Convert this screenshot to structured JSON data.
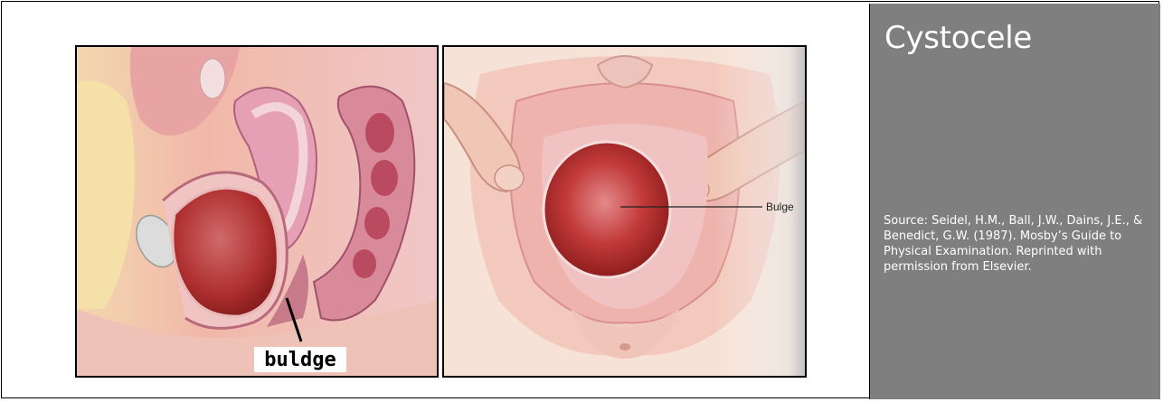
{
  "slide": {
    "title": "Cystocele",
    "caption": "Source: Seidel, H.M., Ball, J.W., Dains, J.E., & Benedict, G.W. (1987). Mosby’s Guide to Physical Examination. Reprinted with permission from Elsevier."
  },
  "figures": {
    "left": {
      "label": "buldge"
    },
    "right": {
      "label": "Bulge"
    }
  },
  "colors": {
    "sidebar_bg": "#7f7f7f",
    "tissue_pink": "#e8a3a3",
    "bladder_red": "#b52a2a"
  }
}
